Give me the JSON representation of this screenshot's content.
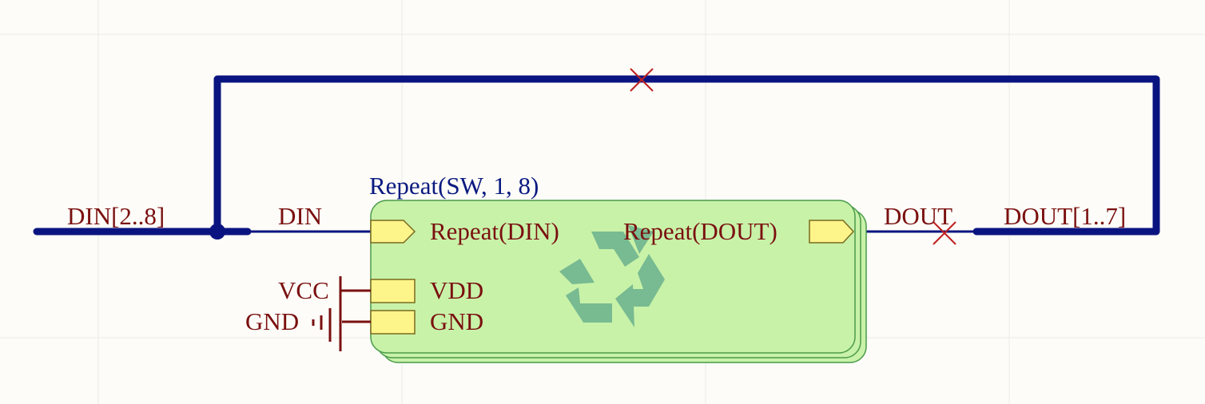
{
  "sheet_symbol": {
    "designator": "Repeat(SW, 1, 8)",
    "ports": {
      "input": "Repeat(DIN)",
      "output": "Repeat(DOUT)",
      "power": "VDD",
      "ground": "GND"
    },
    "center_icon": "recycle-icon"
  },
  "nets": {
    "din_bus": "DIN[2..8]",
    "din": "DIN",
    "dout": "DOUT",
    "dout_bus": "DOUT[1..7]",
    "vcc": "VCC",
    "gnd": "GND"
  },
  "colors": {
    "bus": "#0a1480",
    "net_label": "#7a1010",
    "designator": "#0a1a80",
    "sheet_fill": "#c8f2a8",
    "sheet_border": "#4a9a4a",
    "port_fill": "#fdf58a",
    "port_border": "#7a6a20",
    "no_erc": "#c02020",
    "grid": "#ecebe3"
  }
}
